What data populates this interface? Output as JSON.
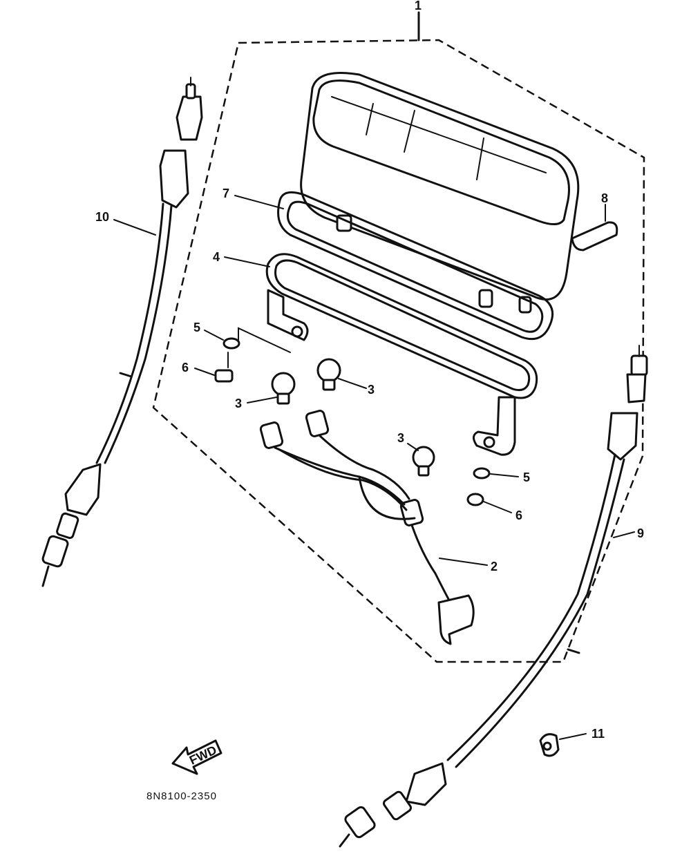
{
  "diagram_code": "8N8100-2350",
  "fwd_label": "FWD",
  "callouts": {
    "c1": "1",
    "c2": "2",
    "c3a": "3",
    "c3b": "3",
    "c3c": "3",
    "c4": "4",
    "c5a": "5",
    "c5b": "5",
    "c6a": "6",
    "c6b": "6",
    "c7": "7",
    "c8": "8",
    "c9": "9",
    "c10": "10",
    "c11": "11"
  }
}
